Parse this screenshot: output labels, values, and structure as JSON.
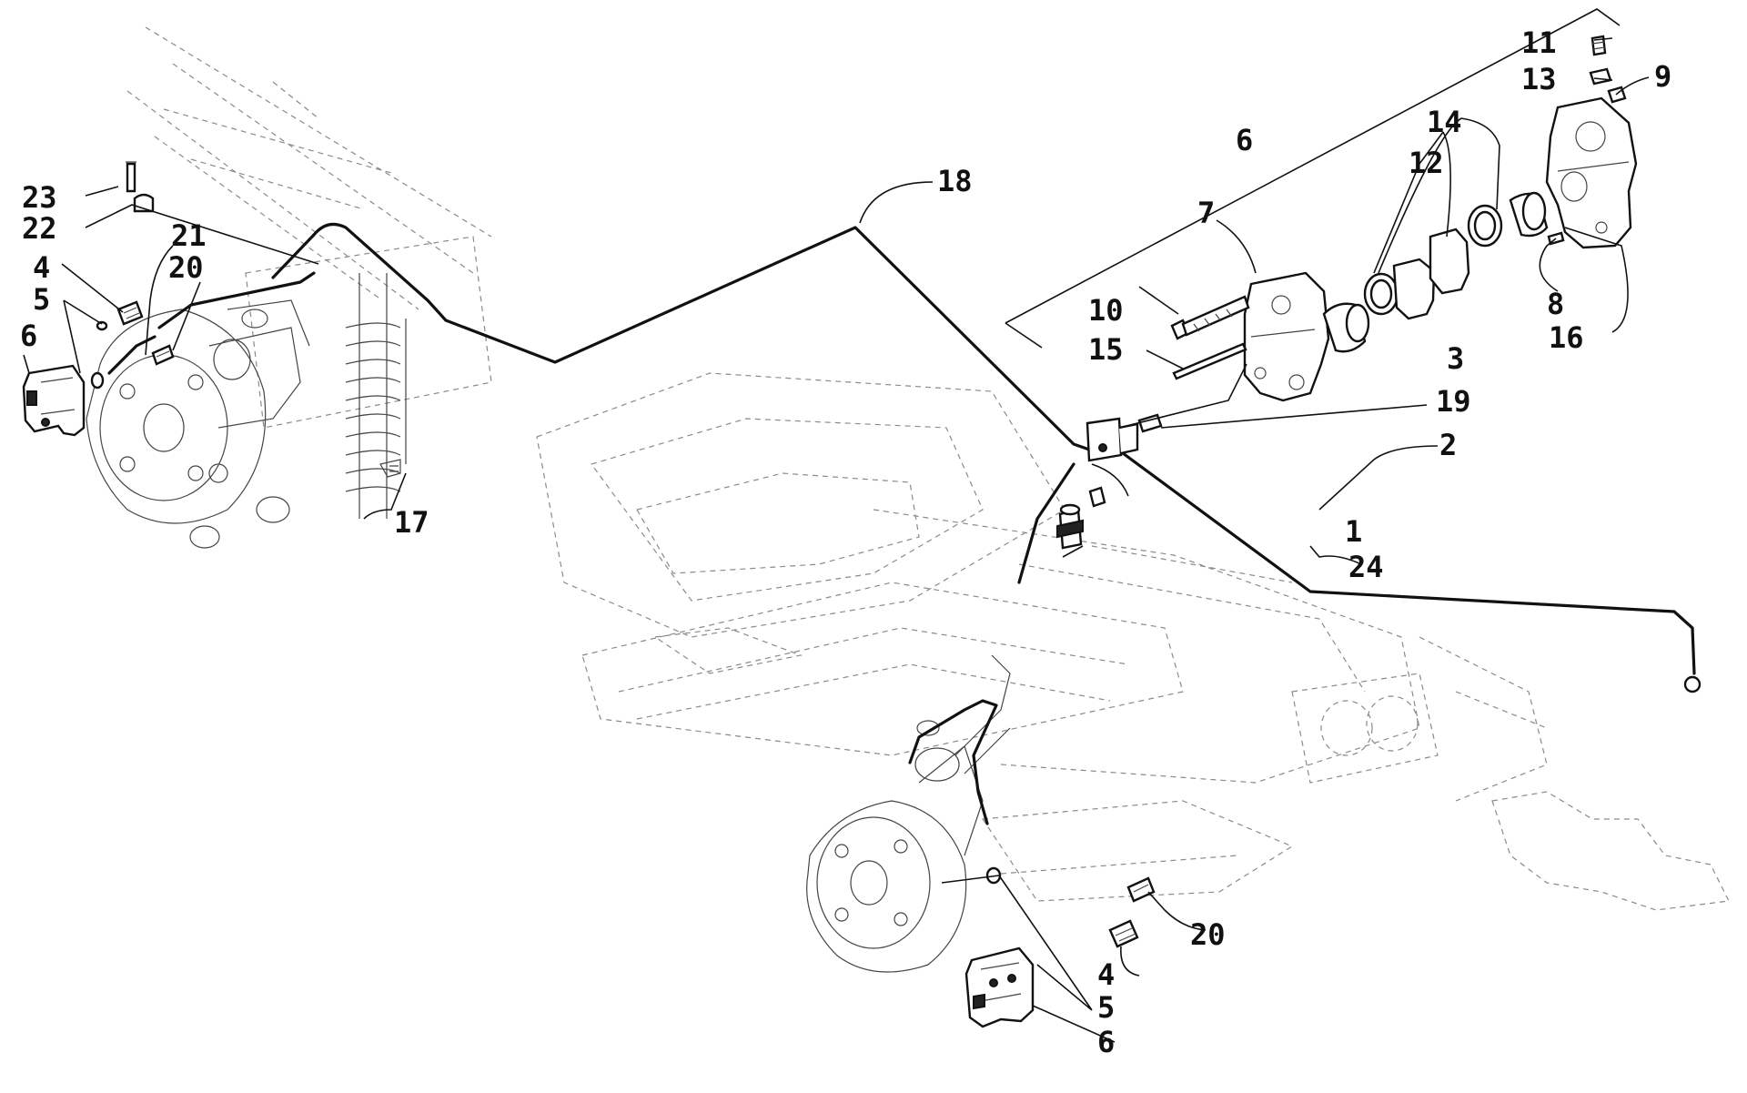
{
  "labels": {
    "l1": "1",
    "l2": "2",
    "l3": "3",
    "l4a": "4",
    "l4b": "4",
    "l5a": "5",
    "l5b": "5",
    "l6a": "6",
    "l6b": "6",
    "l6c": "6",
    "l7": "7",
    "l8": "8",
    "l9": "9",
    "l10": "10",
    "l11": "11",
    "l12": "12",
    "l13": "13",
    "l14": "14",
    "l15": "15",
    "l16": "16",
    "l17": "17",
    "l18": "18",
    "l19": "19",
    "l20a": "20",
    "l20b": "20",
    "l21": "21",
    "l22": "22",
    "l23": "23",
    "l24": "24"
  }
}
